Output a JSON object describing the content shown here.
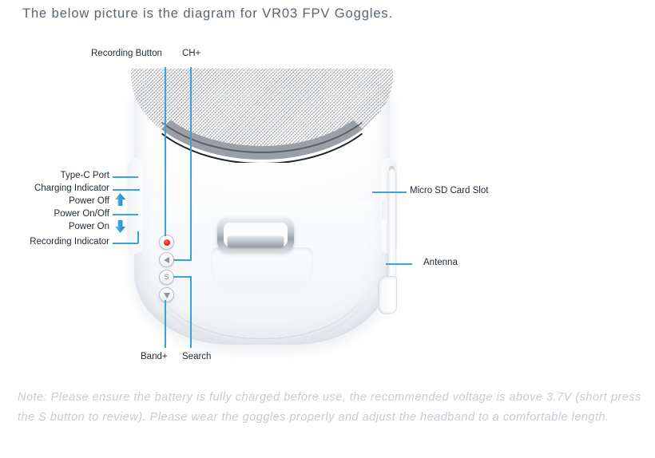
{
  "page": {
    "title": "The below picture is the diagram for VR03 FPV Goggles.",
    "note": "Note: Please ensure the battery is fully charged before use, the recommended voltage is above 3.7V (short press the S button to review). Please wear the goggles properly and adjust the headband to a comfortable length."
  },
  "colors": {
    "callout_line": "#3ba3d8",
    "label_text": "#1f2933",
    "title_text": "#5a6472",
    "note_text": "#c6ccd2",
    "record_dot": "#d21f16",
    "arrow_blue": "#2f9fd9",
    "mesh_gray": "#9aa0a6",
    "background": "#ffffff"
  },
  "diagram": {
    "subject": "VR03 FPV Goggles",
    "callouts": {
      "top": [
        {
          "id": "recording-button",
          "label": "Recording Button"
        },
        {
          "id": "ch-plus",
          "label": "CH+"
        }
      ],
      "left": [
        {
          "id": "type-c-port",
          "label": "Type-C Port"
        },
        {
          "id": "charging-indicator",
          "label": "Charging Indicator"
        },
        {
          "id": "power-off",
          "label": "Power Off",
          "icon": "arrow-up-icon"
        },
        {
          "id": "power-on-off",
          "label": "Power On/Off"
        },
        {
          "id": "power-on",
          "label": "Power On",
          "icon": "arrow-down-icon"
        },
        {
          "id": "recording-indicator",
          "label": "Recording Indicator"
        }
      ],
      "right": [
        {
          "id": "micro-sd-card-slot",
          "label": "Micro SD Card Slot"
        },
        {
          "id": "antenna",
          "label": "Antenna"
        }
      ],
      "bottom": [
        {
          "id": "band-plus",
          "label": "Band+"
        },
        {
          "id": "search",
          "label": "Search"
        }
      ]
    },
    "buttons": [
      {
        "id": "record-button",
        "glyph": "record-dot-icon",
        "glyph_text": ""
      },
      {
        "id": "ch-button",
        "glyph": "triangle-left-icon",
        "glyph_text": ""
      },
      {
        "id": "s-button",
        "glyph": "s-letter-icon",
        "glyph_text": "S"
      },
      {
        "id": "band-button",
        "glyph": "triangle-down-icon",
        "glyph_text": ""
      }
    ]
  }
}
